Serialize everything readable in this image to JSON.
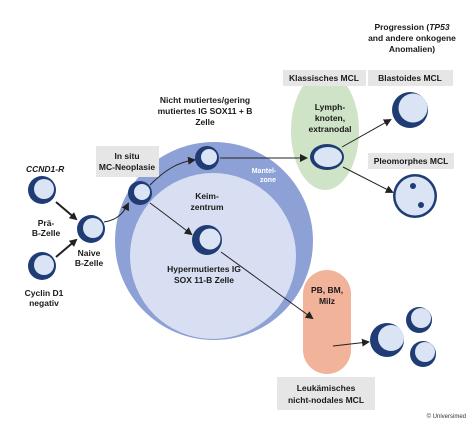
{
  "colors": {
    "outer_ring": "#8ea1d6",
    "germinal_center": "#d9dff2",
    "lymph_node_ellipse": "#cfe3c6",
    "blood_pill": "#f1b39a",
    "label_box": "#e6e6e6",
    "cell_outer": "#1f3c74",
    "cell_inner_light": "#dbe4f5",
    "arrow": "#222222"
  },
  "labels": {
    "ccnd1": "CCND1-R",
    "pre_b_1": "Prä-",
    "pre_b_2": "B-Zelle",
    "cyclin_1": "Cyclin D1",
    "cyclin_2": "negativ",
    "naive_1": "Naive",
    "naive_2": "B-Zelle",
    "insitu_1": "In situ",
    "insitu_2": "MC-Neoplasie",
    "unmut_1": "Nicht mutiertes/gering",
    "unmut_2": "mutiertes IG SOX11 + B",
    "unmut_3": "Zelle",
    "mantle_1": "Mantel-",
    "mantle_2": "zone",
    "keim_1": "Keim-",
    "keim_2": "zentrum",
    "hyper_1": "Hypermutiertes IG",
    "hyper_2": "SOX 11-B Zelle",
    "prog_1": "Progression (",
    "prog_tp53": "TP53",
    "prog_1b": "",
    "prog_2": "and andere onkogene",
    "prog_3": "Anomalien)",
    "klass": "Klassisches MCL",
    "lymph_1": "Lymph-",
    "lymph_2": "knoten,",
    "lymph_3": "extranodal",
    "blast": "Blastoides MCL",
    "pleo": "Pleomorphes MCL",
    "pb_1": "PB, BM,",
    "pb_2": "Milz",
    "leuk_1": "Leukämisches",
    "leuk_2": "nicht-nodales MCL",
    "copyright": "© Universimed"
  }
}
